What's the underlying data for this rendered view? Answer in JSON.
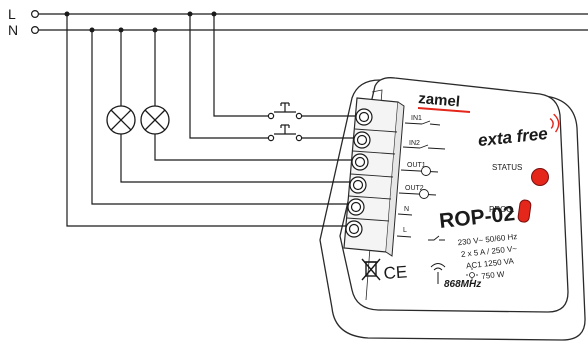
{
  "supply": {
    "line_label": "L",
    "neutral_label": "N"
  },
  "device": {
    "brand": "zamel",
    "series_logo": "exta free",
    "model": "ROP-02",
    "status_label": "STATUS",
    "prog_label": "PROG.",
    "specs": [
      "230 V~ 50/60 Hz",
      "2 x 5 A / 250 V~",
      "AC1 1250 VA",
      "750 W"
    ],
    "frequency": "868MHz",
    "marks": [
      "CE",
      "weee-bin"
    ],
    "status_led_color": "#e4261b",
    "prog_button_color": "#e4261b"
  },
  "terminals": [
    "IN1",
    "IN2",
    "OUT1",
    "OUT2",
    "N",
    "L"
  ],
  "icons": [
    "lamp-icon",
    "lamp-icon",
    "pushbutton-icon",
    "pushbutton-icon",
    "antenna-icon",
    "bulb-icon"
  ]
}
